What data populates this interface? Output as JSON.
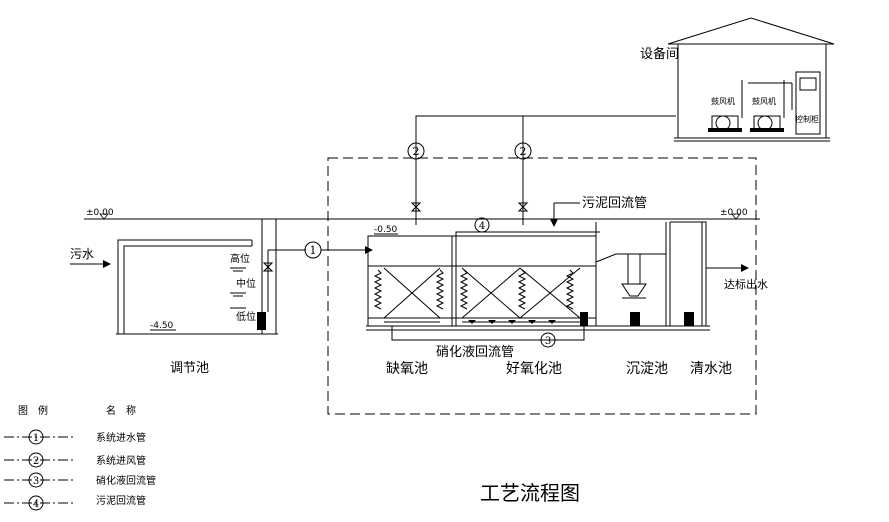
{
  "title": "工艺流程图",
  "building": {
    "label": "设备间",
    "blower1": "鼓风机",
    "blower2": "鼓风机",
    "control": "控制柜"
  },
  "levels": {
    "ground_left": "±0.00",
    "ground_right": "±0.00",
    "tank_top": "-0.50",
    "tank_bottom": "-4.50"
  },
  "inflow_label": "污水",
  "outflow_label": "达标出水",
  "sludge_pipe_label": "污泥回流管",
  "nitrate_pipe_label": "硝化液回流管",
  "level_marks": {
    "high": "高位",
    "mid": "中位",
    "low": "低位"
  },
  "tanks": {
    "equalization": "调节池",
    "anoxic": "缺氧池",
    "aerobic": "好氧化池",
    "settling": "沉淀池",
    "clear": "清水池"
  },
  "pipe_tags": {
    "p1": "1",
    "p2a": "2",
    "p2b": "2",
    "p3": "3",
    "p4": "4"
  },
  "legend": {
    "col_symbol": "图　例",
    "col_name": "名　称",
    "items": [
      {
        "num": "1",
        "name": "系统进水管"
      },
      {
        "num": "2",
        "name": "系统进风管"
      },
      {
        "num": "3",
        "name": "硝化液回流管"
      },
      {
        "num": "4",
        "name": "污泥回流管"
      }
    ]
  }
}
